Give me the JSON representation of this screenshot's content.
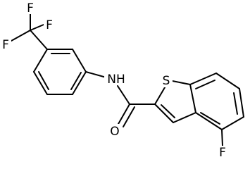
{
  "molecule": {
    "atoms": {
      "f_top": "F",
      "f_left": "F",
      "f_mid": "F",
      "nh": "NH",
      "o": "O",
      "s": "S",
      "f_ring": "F"
    }
  },
  "colors": {
    "bond": "#000000",
    "text": "#000000",
    "background": "#ffffff"
  }
}
